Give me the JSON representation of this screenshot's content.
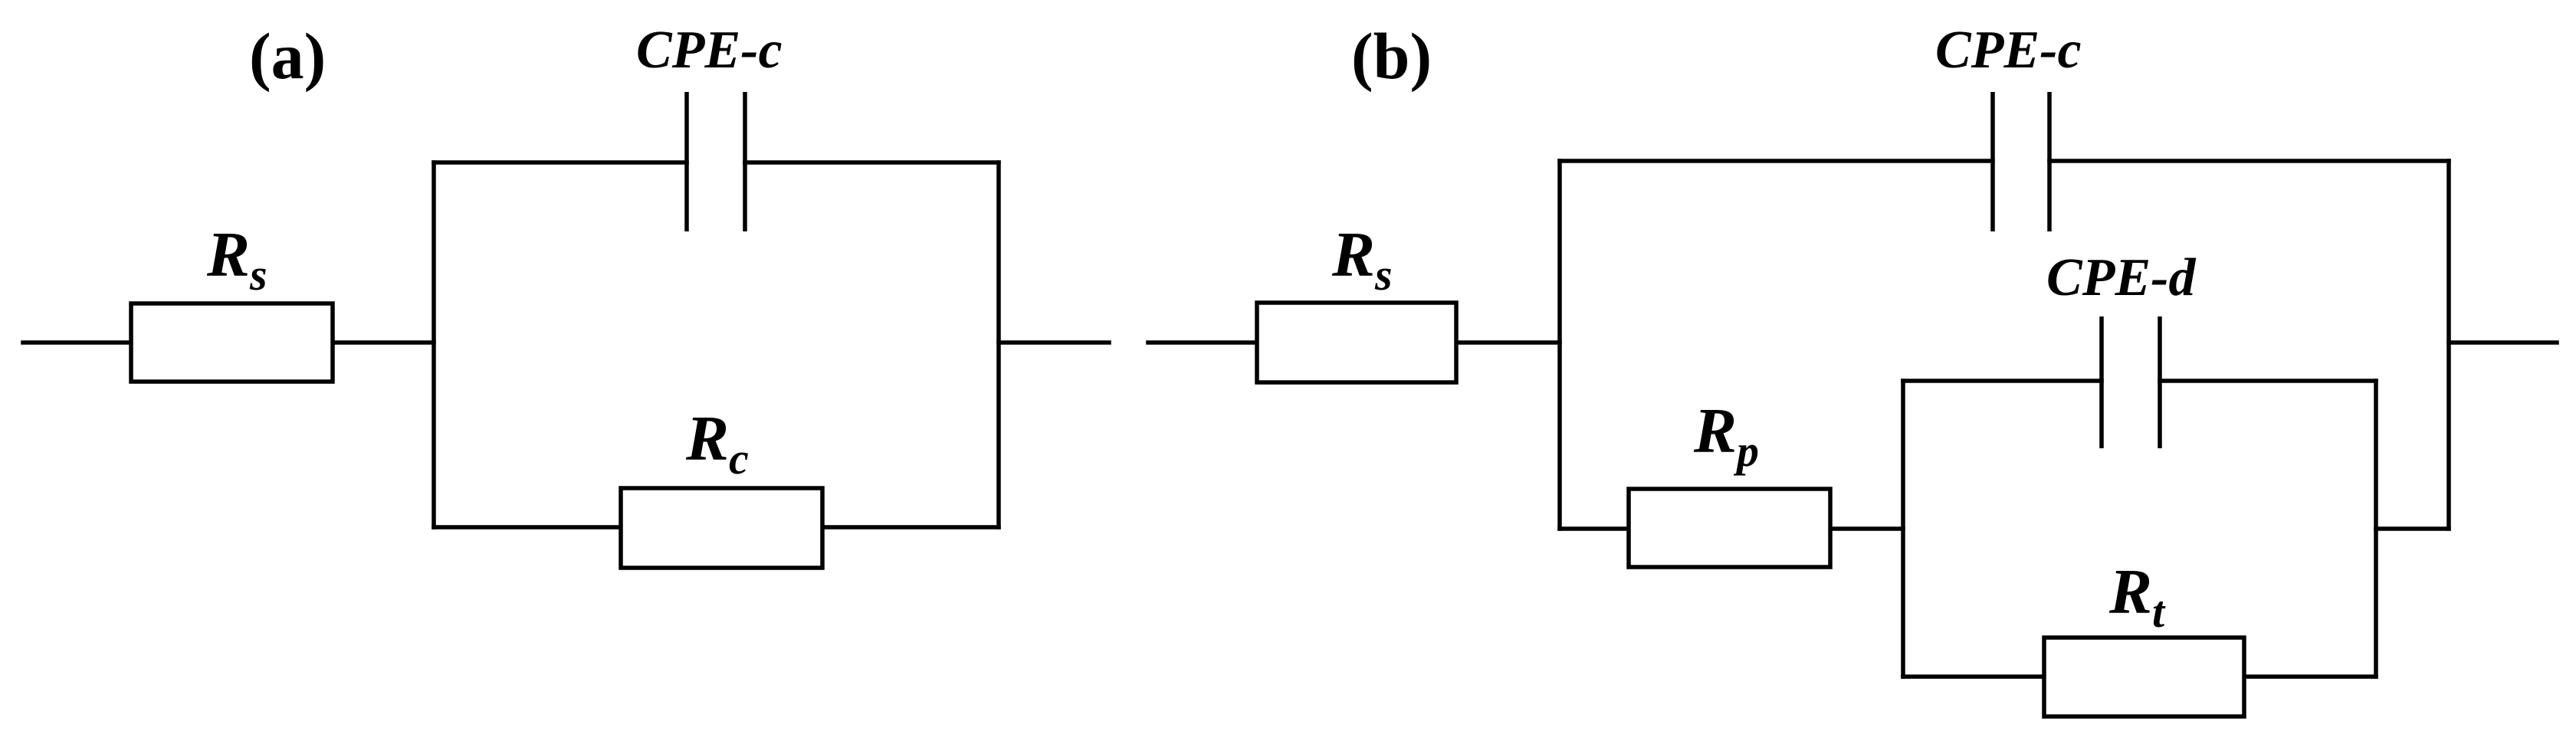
{
  "panels": [
    {
      "label": "(a)",
      "components": {
        "rs": {
          "main": "R",
          "sub": "s"
        },
        "rc": {
          "main": "R",
          "sub": "c"
        },
        "cpe_c": {
          "text": "CPE-c"
        }
      }
    },
    {
      "label": "(b)",
      "components": {
        "rs": {
          "main": "R",
          "sub": "s"
        },
        "rp": {
          "main": "R",
          "sub": "p"
        },
        "rt": {
          "main": "R",
          "sub": "t"
        },
        "cpe_c": {
          "text": "CPE-c"
        },
        "cpe_d": {
          "text": "CPE-d"
        }
      }
    }
  ]
}
